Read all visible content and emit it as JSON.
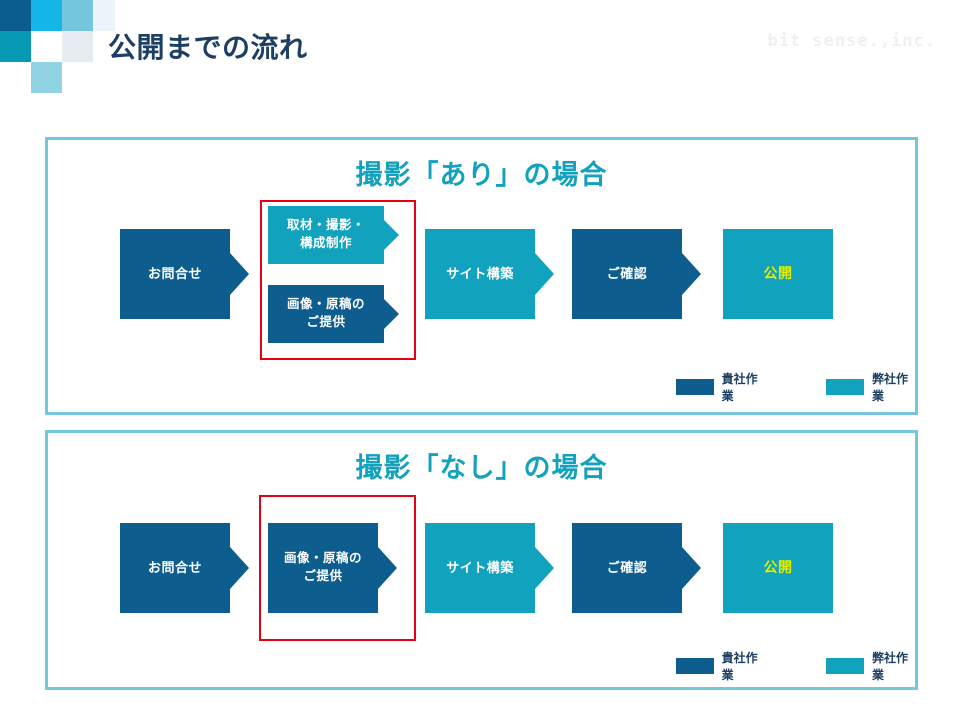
{
  "header": {
    "title": "公開までの流れ",
    "brand": "bit sense.,inc.",
    "title_color": "#1c3f63",
    "logo_name": "bit-sense-logo"
  },
  "colors": {
    "client_blue": "#0d5d8f",
    "our_teal": "#11a2bd",
    "panel_border": "#74c5dd",
    "highlight_red": "#e60012",
    "publish_yellow": "#e4ed00",
    "panel_title": "#13a2bd"
  },
  "legend": {
    "client_label": "貴社作業",
    "our_label": "弊社作業"
  },
  "panels": [
    {
      "id": "shooting-yes",
      "title": "撮影「あり」の場合",
      "steps": [
        {
          "label": "お問合せ",
          "owner": "client"
        },
        {
          "label": "取材・撮影・\n構成制作",
          "owner": "ours"
        },
        {
          "label": "画像・原稿の\nご提供",
          "owner": "client"
        },
        {
          "label": "サイト構築",
          "owner": "ours"
        },
        {
          "label": "ご確認",
          "owner": "client"
        },
        {
          "label": "公開",
          "owner": "ours"
        }
      ]
    },
    {
      "id": "shooting-no",
      "title": "撮影「なし」の場合",
      "steps": [
        {
          "label": "お問合せ",
          "owner": "client"
        },
        {
          "label": "画像・原稿の\nご提供",
          "owner": "client"
        },
        {
          "label": "サイト構築",
          "owner": "ours"
        },
        {
          "label": "ご確認",
          "owner": "client"
        },
        {
          "label": "公開",
          "owner": "ours"
        }
      ]
    }
  ]
}
